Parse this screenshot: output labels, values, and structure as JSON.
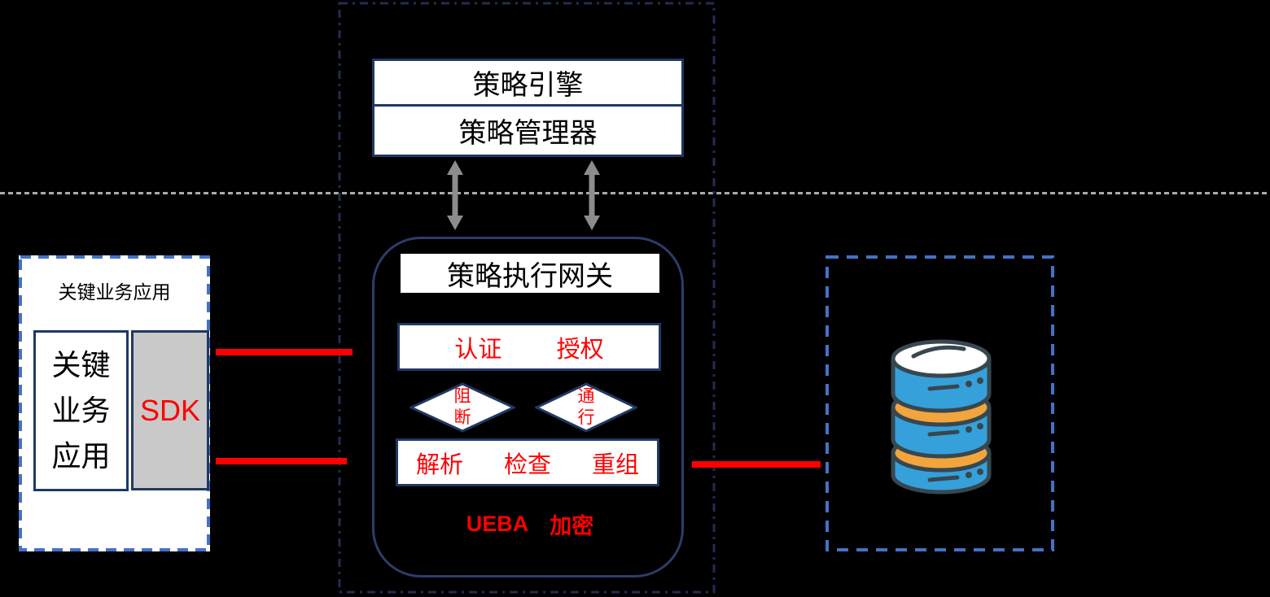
{
  "diagram": {
    "control_plane": {
      "policy_engine": "策略引擎",
      "policy_manager": "策略管理器"
    },
    "gateway": {
      "title": "策略执行网关",
      "authn": "认证",
      "authz": "授权",
      "block": "阻\n断",
      "pass": "通\n行",
      "parse": "解析",
      "inspect": "检查",
      "reassemble": "重组",
      "ueba": "UEBA",
      "encrypt": "加密"
    },
    "client": {
      "title": "关键业务应用",
      "app": "关键\n业务\n应用",
      "sdk": "SDK"
    },
    "icons": {
      "database": "database-icon",
      "sync_arrows": "double-arrow-icon"
    },
    "colors": {
      "background": "#000000",
      "box_border_navy": "#203864",
      "gateway_border": "#2E3B6B",
      "dashed_blue": "#4472C4",
      "accent_red": "#FF0000",
      "arrow_gray": "#8C8C8C",
      "sdk_gray_fill": "#C9C9C9",
      "divider_gray": "#ABABAB",
      "db_blue": "#36A0DA",
      "db_orange": "#F2A53C",
      "db_outline": "#37474F"
    }
  }
}
